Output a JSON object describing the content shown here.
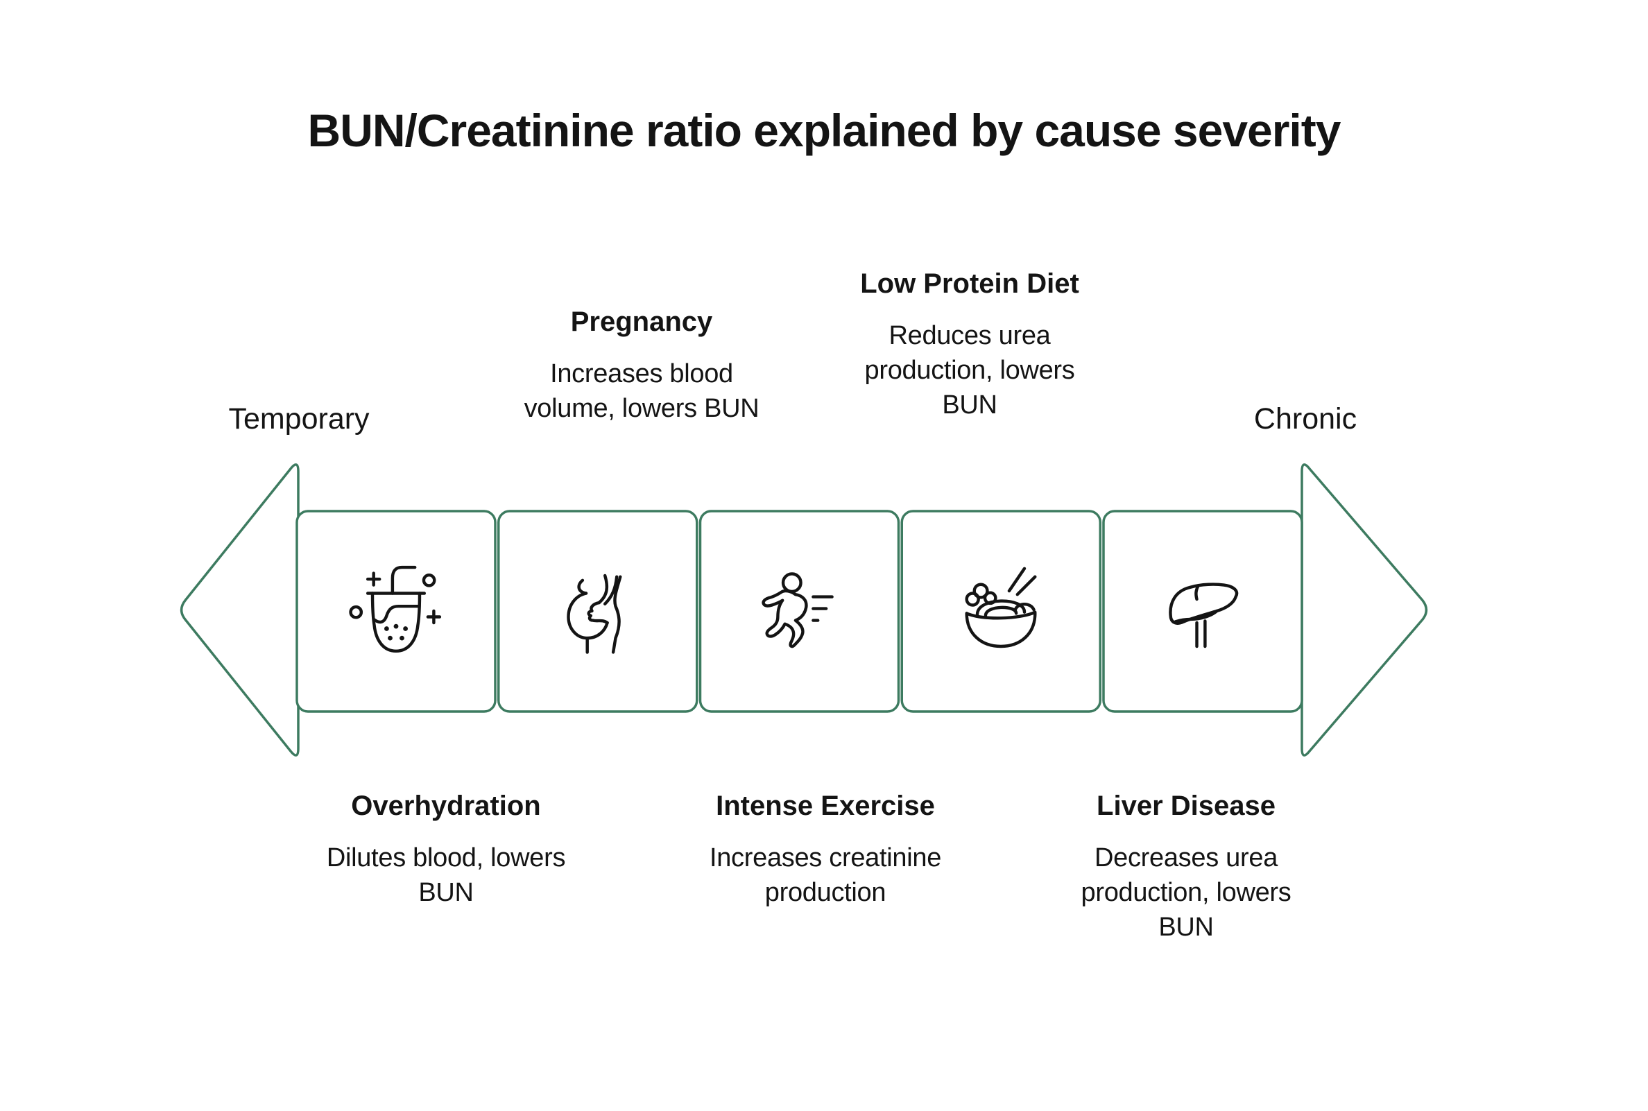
{
  "title": "BUN/Creatinine ratio explained by cause severity",
  "timeline": {
    "left_label": "Temporary",
    "right_label": "Chronic"
  },
  "colors": {
    "arrow_green": "#3d7b60",
    "icon_ink": "#141414",
    "text_ink": "#141414",
    "background": "#ffffff"
  },
  "causes": {
    "overhydration": {
      "name": "Overhydration",
      "effect_lines": [
        "Dilutes blood, lowers",
        "BUN"
      ],
      "icon": "bubble-tea-drink-icon",
      "label_position": "below"
    },
    "pregnancy": {
      "name": "Pregnancy",
      "effect_lines": [
        "Increases blood",
        "volume, lowers BUN"
      ],
      "icon": "pregnant-belly-icon",
      "label_position": "above"
    },
    "intense_exercise": {
      "name": "Intense Exercise",
      "effect_lines": [
        "Increases creatinine",
        "production"
      ],
      "icon": "running-person-icon",
      "label_position": "below"
    },
    "low_protein_diet": {
      "name": "Low Protein Diet",
      "effect_lines": [
        "Reduces urea",
        "production, lowers",
        "BUN"
      ],
      "icon": "noodle-bowl-icon",
      "label_position": "above"
    },
    "liver_disease": {
      "name": "Liver Disease",
      "effect_lines": [
        "Decreases urea",
        "production, lowers",
        "BUN"
      ],
      "icon": "liver-icon",
      "label_position": "below"
    }
  }
}
